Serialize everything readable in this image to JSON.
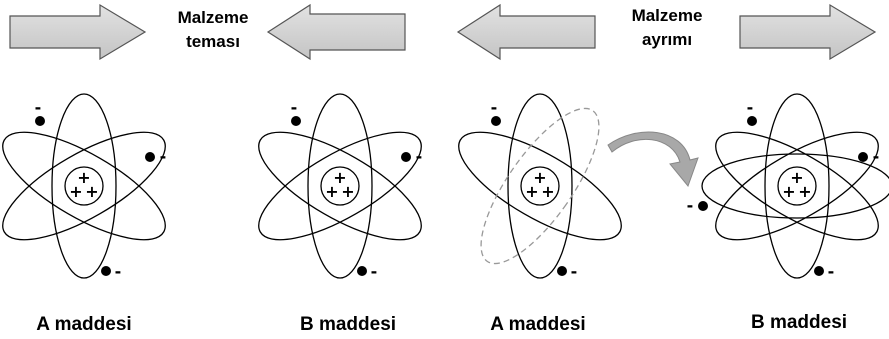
{
  "headers": {
    "contact_line1": "Malzeme",
    "contact_line2": "teması",
    "separation_line1": "Malzeme",
    "separation_line2": "ayrımı"
  },
  "captions": {
    "atom1": "A maddesi",
    "atom2": "B maddesi",
    "atom3": "A maddesi",
    "atom4": "B maddesi"
  },
  "symbols": {
    "electron_charge": "-",
    "proton_charge": "+"
  },
  "colors": {
    "arrow_fill": "#d4d4d4",
    "arrow_stroke": "#555555",
    "line": "#000000",
    "dashed_orbit": "#999999",
    "transfer_arrow": "#999999"
  }
}
